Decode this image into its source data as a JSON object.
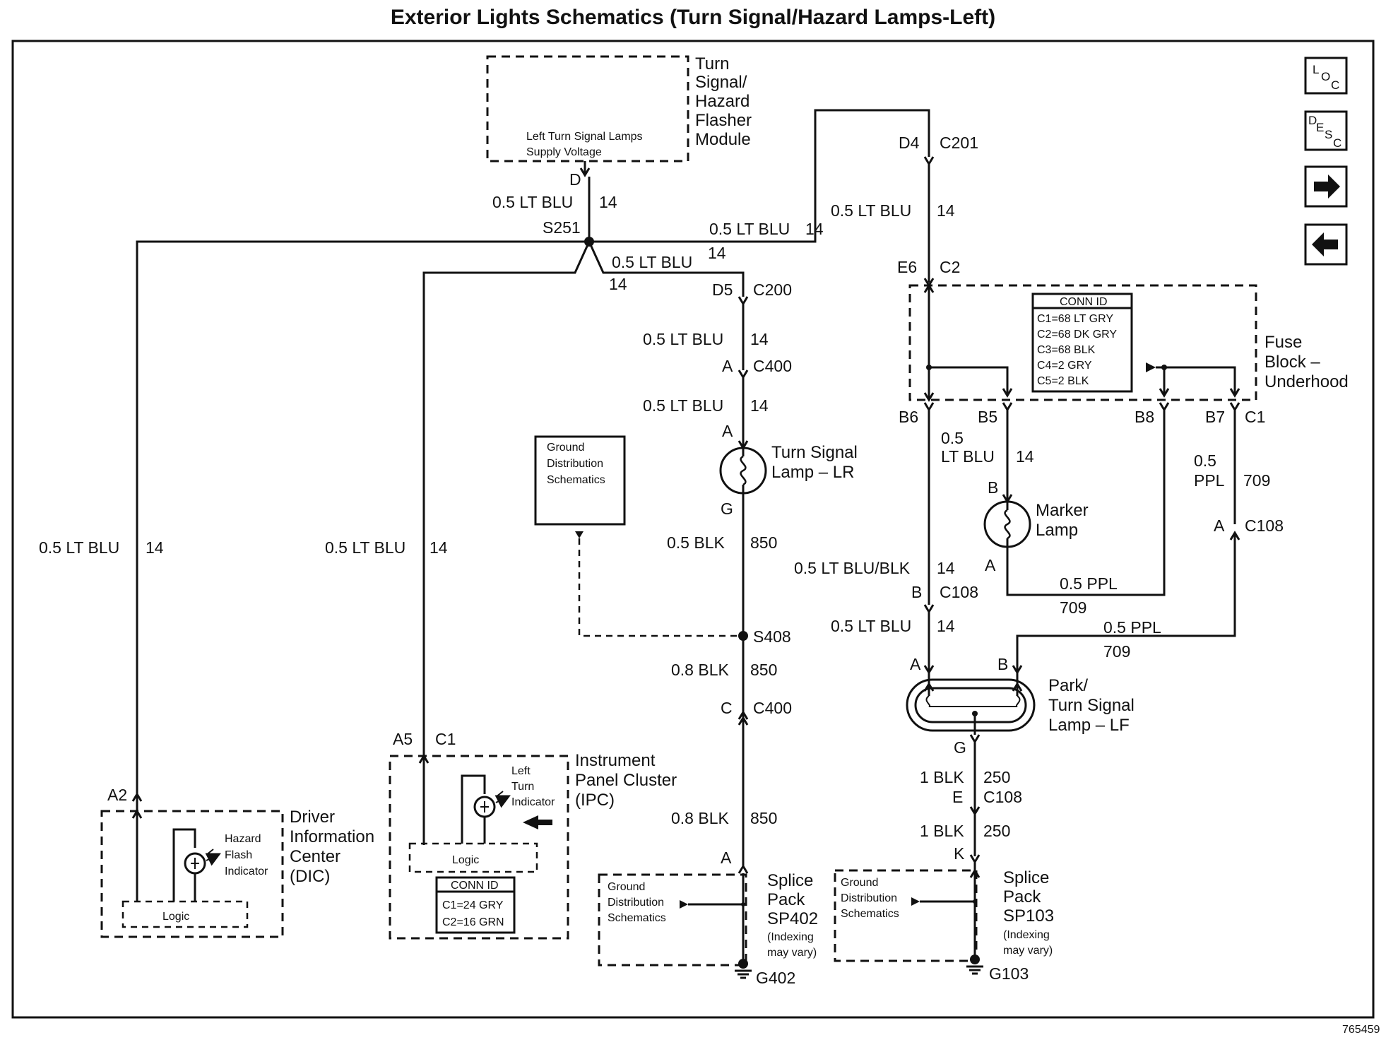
{
  "title": "Exterior Lights Schematics (Turn Signal/Hazard Lamps-Left)",
  "figure_number": "765459",
  "nav_buttons": {
    "loc": "LOC",
    "desc": "DESC",
    "next": "right-arrow-icon",
    "prev": "left-arrow-icon"
  },
  "components": {
    "flasher": {
      "name": [
        "Turn",
        "Signal/",
        "Hazard",
        "Flasher",
        "Module"
      ],
      "inner": [
        "Left Turn Signal Lamps",
        "Supply Voltage"
      ]
    },
    "dic": {
      "name": [
        "Driver",
        "Information",
        "Center",
        "(DIC)"
      ],
      "indicator": [
        "Hazard",
        "Flash",
        "Indicator"
      ],
      "logic": "Logic"
    },
    "ipc": {
      "name": [
        "Instrument",
        "Panel Cluster",
        "(IPC)"
      ],
      "indicator": [
        "Left",
        "Turn",
        "Indicator"
      ],
      "logic": "Logic",
      "conn_id_title": "CONN ID",
      "conn_ids": [
        "C1=24 GRY",
        "C2=16 GRN"
      ]
    },
    "ground_dist_top": [
      "Ground",
      "Distribution",
      "Schematics"
    ],
    "lamp_lr": [
      "Turn Signal",
      "Lamp – LR"
    ],
    "marker": [
      "Marker",
      "Lamp"
    ],
    "park_lf": [
      "Park/",
      "Turn Signal",
      "Lamp – LF"
    ],
    "fuse_block": {
      "name": [
        "Fuse",
        "Block –",
        "Underhood"
      ],
      "conn_id_title": "CONN ID",
      "conn_ids": [
        "C1=68 LT GRY",
        "C2=68 DK GRY",
        "C3=68 BLK",
        "C4=2 GRY",
        "C5=2 BLK"
      ]
    },
    "sp402": {
      "name": [
        "Splice",
        "Pack",
        "SP402"
      ],
      "note": [
        "(Indexing",
        "may vary)"
      ],
      "ground": [
        "Ground",
        "Distribution",
        "Schematics"
      ]
    },
    "sp103": {
      "name": [
        "Splice",
        "Pack",
        "SP103"
      ],
      "note": [
        "(Indexing",
        "may vary)"
      ],
      "ground": [
        "Ground",
        "Distribution",
        "Schematics"
      ]
    }
  },
  "wires": {
    "w_d_a": "0.5 LT BLU",
    "w_d_b": "14",
    "s251": "S251",
    "w_top_a": "0.5 LT BLU",
    "w_top_b": "14",
    "w_c200_a": "0.5 LT BLU",
    "w_c200_b": "14",
    "w_c200_c": "14",
    "w_dic_a": "0.5 LT BLU",
    "w_dic_b": "14",
    "w_ipc_a": "0.5 LT BLU",
    "w_ipc_b": "14",
    "w_c400a_a": "0.5 LT BLU",
    "w_c400a_b": "14",
    "w_lr_a": "0.5 LT BLU",
    "w_lr_b": "14",
    "w_g_a": "0.5 BLK",
    "w_g_b": "850",
    "s408": "S408",
    "w_s408_a": "0.8 BLK",
    "w_s408_b": "850",
    "w_sp402_a": "0.8 BLK",
    "w_sp402_b": "850",
    "w_c201_a": "0.5 LT BLU",
    "w_c201_b": "14",
    "w_b6_a": "0.5 LT BLU/BLK",
    "w_b6_b": "14",
    "w_b5_a": "0.5",
    "w_b5_b": "LT BLU",
    "w_b5_c": "14",
    "w_mk_a": "0.5 PPL",
    "w_mk_b": "709",
    "w_c1_a": "0.5",
    "w_c1_b": "PPL",
    "w_c1_c": "709",
    "w_c108_a": "0.5 LT BLU",
    "w_c108_b": "14",
    "w_lfb_a": "0.5 PPL",
    "w_lfb_b": "709",
    "w_g250_a": "1 BLK",
    "w_g250_b": "250",
    "w_e250_a": "1 BLK",
    "w_e250_b": "250"
  },
  "connectors": {
    "d": "D",
    "d4": "D4",
    "c201": "C201",
    "e6": "E6",
    "c2": "C2",
    "d5": "D5",
    "c200": "C200",
    "a_c400": "A",
    "c400_top": "C400",
    "a_lr": "A",
    "g_lr": "G",
    "c_c400": "C",
    "c400_bot": "C400",
    "a_sp402": "A",
    "g402": "G402",
    "a2": "A2",
    "a5": "A5",
    "c1_ipc": "C1",
    "b6": "B6",
    "b5": "B5",
    "b8": "B8",
    "b7": "B7",
    "c1_fuse": "C1",
    "b_mk": "B",
    "a_mk": "A",
    "a_c108": "A",
    "c108_r": "C108",
    "b_c108": "B",
    "c108_l": "C108",
    "a_lf": "A",
    "b_lf": "B",
    "g_lf": "G",
    "e_c108": "E",
    "c108_e": "C108",
    "k_sp103": "K",
    "g103": "G103"
  }
}
